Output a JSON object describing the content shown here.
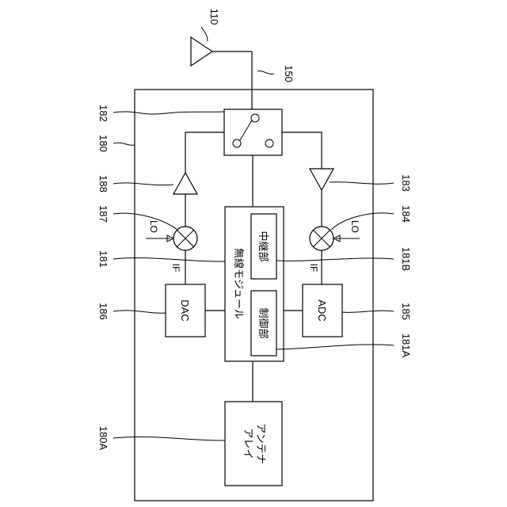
{
  "refs": {
    "antenna": "110",
    "feed_line": "150",
    "switch": "182",
    "device": "180",
    "tx_amp": "188",
    "tx_mixer": "187",
    "radio_module": "181",
    "dac": "186",
    "array_antenna": "180A",
    "rx_amp": "183",
    "rx_mixer": "184",
    "relay_unit": "181B",
    "adc": "185",
    "control_unit": "181A"
  },
  "labels": {
    "dac": "DAC",
    "adc": "ADC",
    "lo_tx": "LO",
    "lo_rx": "LO",
    "if_tx": "IF",
    "if_rx": "IF",
    "radio_module": "無線モジュール",
    "relay_unit": "中継部",
    "control_unit": "制御部",
    "array_antenna_line1": "アレイ",
    "array_antenna_line2": "アンテナ"
  }
}
